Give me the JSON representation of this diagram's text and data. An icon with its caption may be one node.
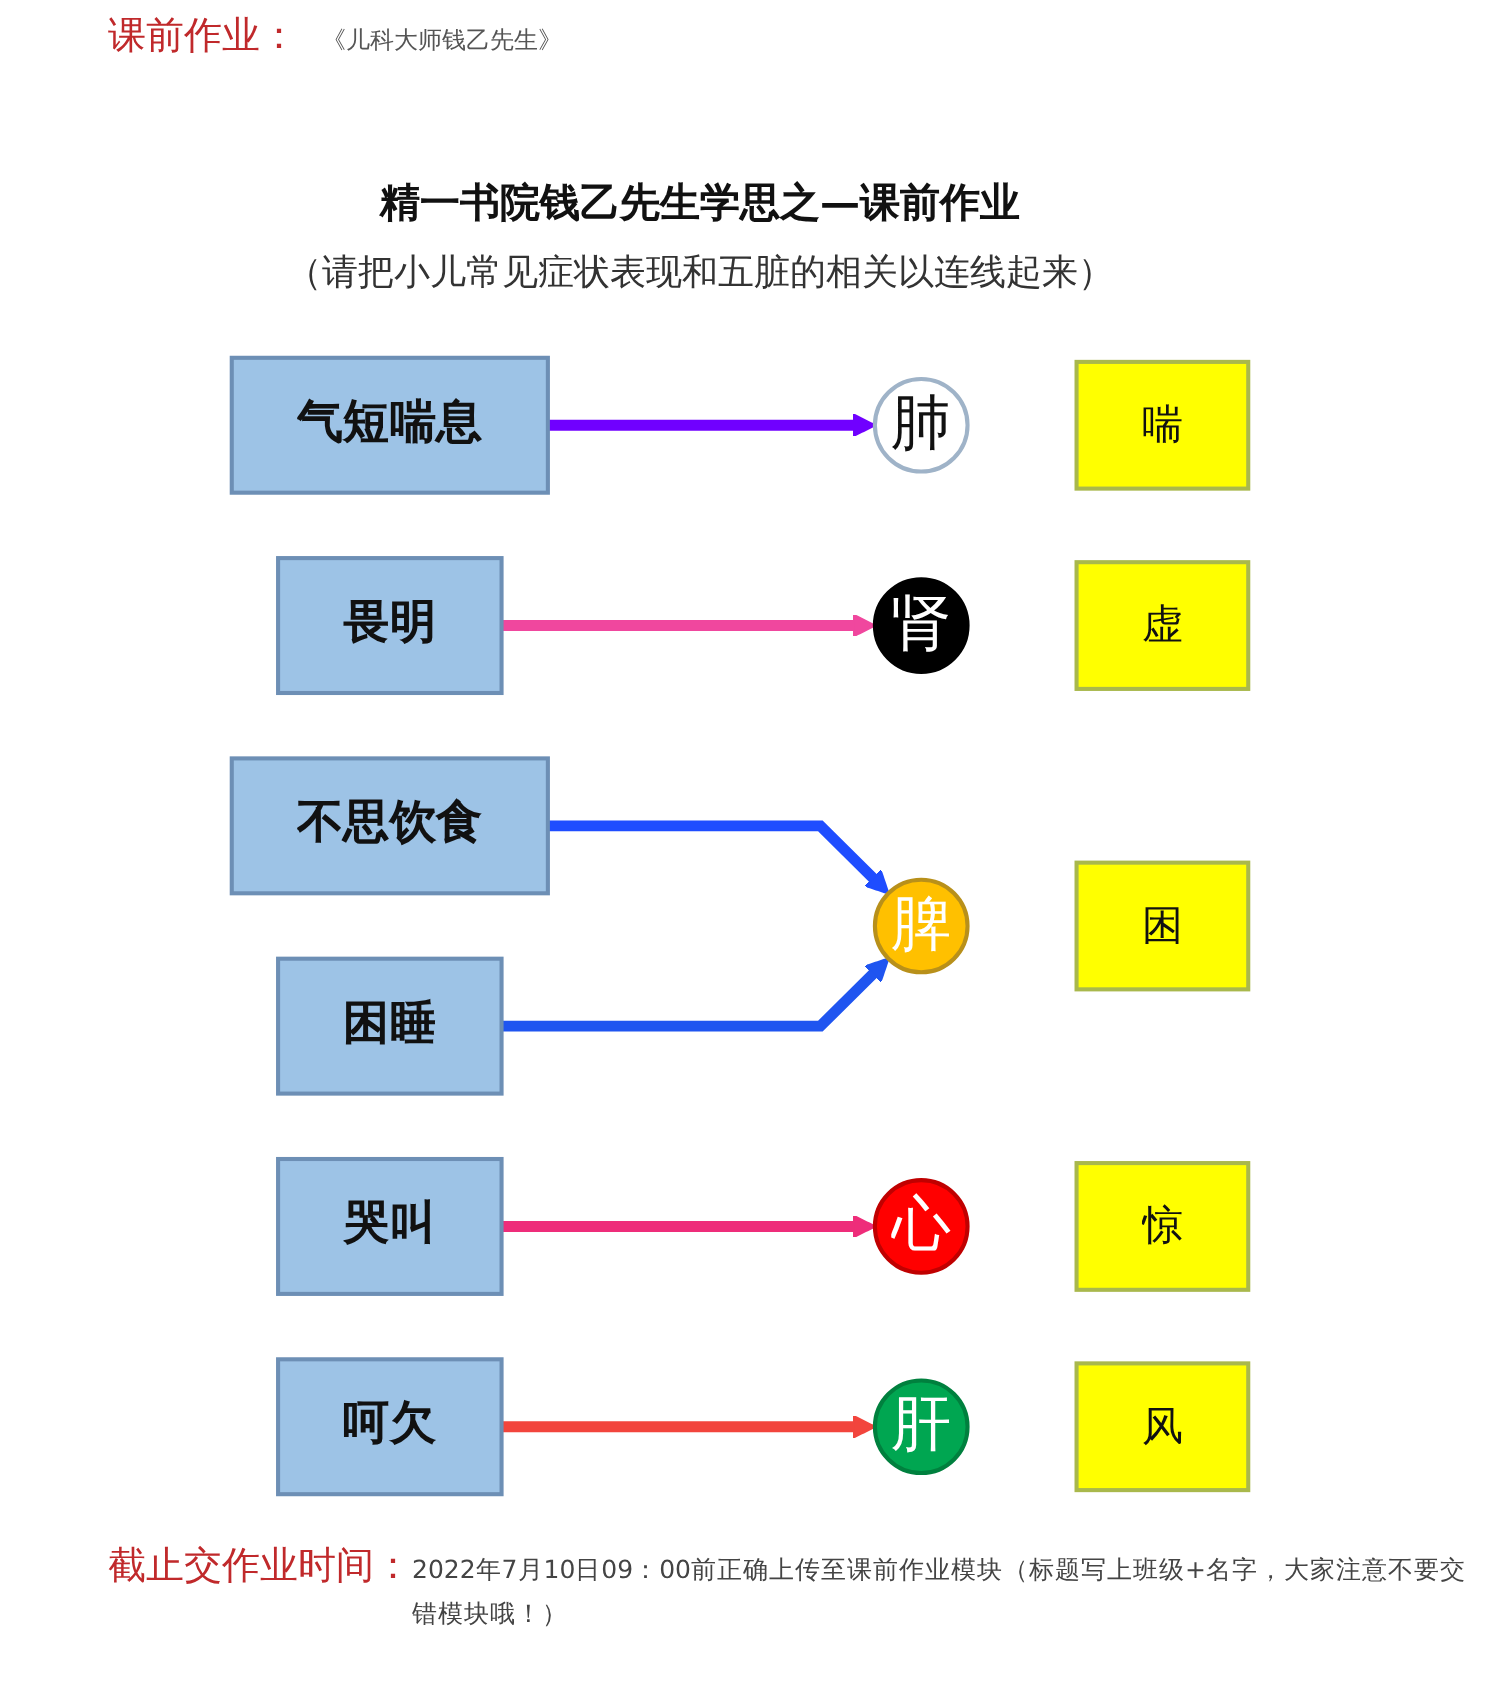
{
  "diagram": {
    "title": "精一书院钱乙先生学思之—课前作业",
    "nodes": [
      {
        "text": [
          "气短喘息"
        ]
      },
      {
        "text": [
          "畏明"
        ]
      },
      {
        "text": [
          "不思饮食"
        ]
      },
      {
        "text": [
          "哭叫"
        ]
      },
      {
        "text": [
          "困睡"
        ]
      },
      {
        "text": [
          "呵欠"
        ]
      },
      {
        "text": [
          "心"
        ]
      },
      {
        "text": [
          "惊"
        ]
      },
      {
        "text": [
          "肝"
        ]
      },
      {
        "text": [
          "风"
        ]
      },
      {
        "text": [
          "脾"
        ]
      },
      {
        "text": [
          "困"
        ]
      },
      {
        "text": [
          "肺"
        ]
      },
      {
        "text": [
          "喘"
        ]
      },
      {
        "text": [
          "肾"
        ]
      },
      {
        "text": [
          "虚"
        ]
      }
    ],
    "edges": [
      {
        "from": 0,
        "to": 12,
        "arrow": "to",
        "color": "#7000ff"
      },
      {
        "from": 1,
        "to": 14,
        "arrow": "to",
        "color": "#f0479e"
      },
      {
        "from": 2,
        "to": 10,
        "arrow": "to",
        "color": "#1f4dff"
      },
      {
        "from": 3,
        "to": 6,
        "arrow": "to",
        "color": "#ee2d7a"
      },
      {
        "from": 4,
        "to": 10,
        "arrow": "to",
        "color": "#1f55f0"
      },
      {
        "from": 5,
        "to": 8,
        "arrow": "to",
        "color": "#f2453d"
      }
    ],
    "labels": [
      "课前作业：",
      "《儿科大师钱乙先生》",
      "（请把小儿常见症状表现和五脏的相关以连线起来）",
      "截止交作业时间：",
      "2022年7月10日09：00前正确上传至课前作业模块（标题写上班级+名字，大家注意不要交错模块哦！）"
    ]
  }
}
